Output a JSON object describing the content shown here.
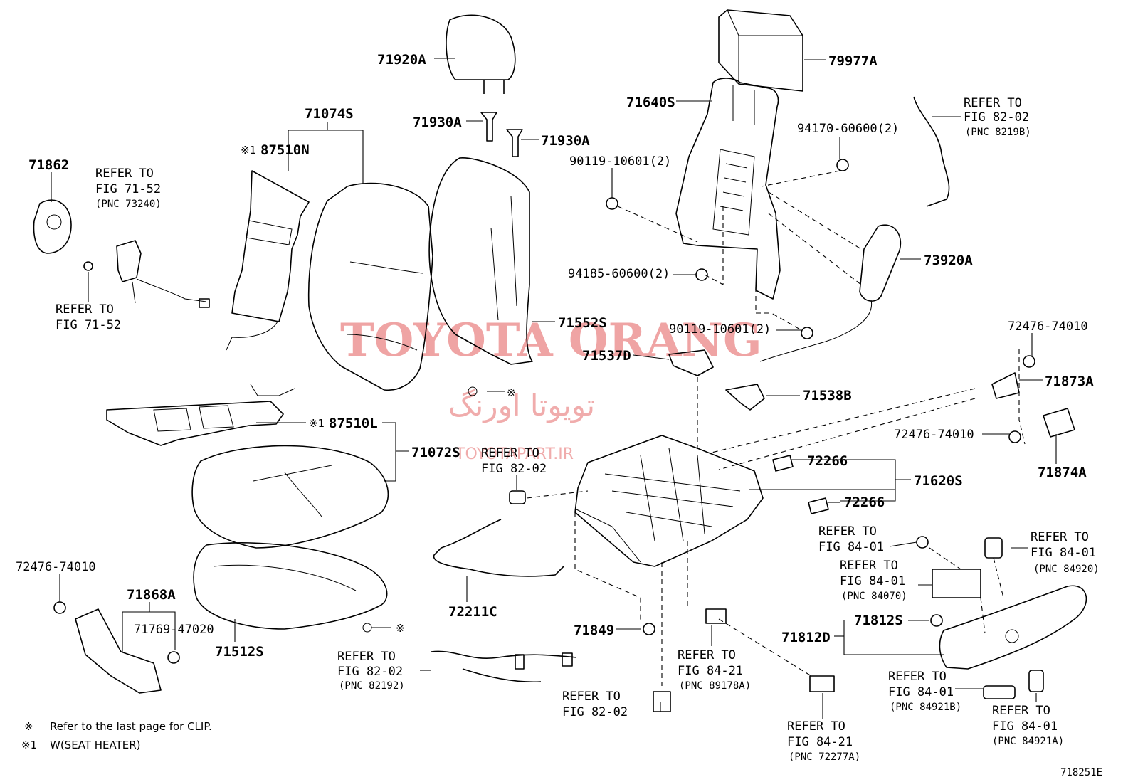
{
  "figure_code": "718251E",
  "watermark": {
    "main": "TOYOTA ORANG",
    "arabic": "تویوتا اورنگ",
    "site": "TOYOTAPART.IR"
  },
  "notes": {
    "symbol": "※",
    "clip_note": "Refer to the last page for CLIP.",
    "heater_symbol": "※1",
    "heater_note": "W(SEAT HEATER)"
  },
  "parts": {
    "p71920A": "71920A",
    "p79977A": "79977A",
    "p71640S": "71640S",
    "p71930A_1": "71930A",
    "p71930A_2": "71930A",
    "p71074S": "71074S",
    "p87510N": "87510N",
    "p87510N_mark": "※1",
    "p71862": "71862",
    "p94170": "94170-60600(2)",
    "p90119_a": "90119-10601(2)",
    "p94185": "94185-60600(2)",
    "p73920A": "73920A",
    "p71552S": "71552S",
    "p90119_b": "90119-10601(2)",
    "p71537D": "71537D",
    "p71538B": "71538B",
    "p72476_a": "72476-74010",
    "p71873A": "71873A",
    "p72476_b": "72476-74010",
    "p71874A": "71874A",
    "p87510L": "87510L",
    "p87510L_mark": "※1",
    "p71072S": "71072S",
    "p72266_a": "72266",
    "p72266_b": "72266",
    "p71620S": "71620S",
    "p72476_c": "72476-74010",
    "p71868A": "71868A",
    "p71769": "71769-47020",
    "p71512S": "71512S",
    "p72211C": "72211C",
    "p71849": "71849",
    "p71812S": "71812S",
    "p71812D": "71812D",
    "clip_mark_1": "※",
    "clip_mark_2": "※"
  },
  "refs": {
    "r_7152_top": {
      "l1": "REFER TO",
      "l2": "FIG 71-52",
      "pnc": "(PNC 73240)"
    },
    "r_7152_bot": {
      "l1": "REFER TO",
      "l2": "FIG 71-52"
    },
    "r_8202_top": {
      "l1": "REFER TO",
      "l2": "FIG 82-02",
      "pnc": "(PNC 8219B)"
    },
    "r_8202_mid": {
      "l1": "REFER TO",
      "l2": "FIG 82-02"
    },
    "r_8202_harness": {
      "l1": "REFER TO",
      "l2": "FIG 82-02",
      "pnc": "(PNC 82192)"
    },
    "r_8202_bot": {
      "l1": "REFER TO",
      "l2": "FIG 82-02"
    },
    "r_8401_a": {
      "l1": "REFER TO",
      "l2": "FIG 84-01"
    },
    "r_8401_b": {
      "l1": "REFER TO",
      "l2": "FIG 84-01",
      "pnc": "(PNC 84070)"
    },
    "r_8401_c": {
      "l1": "REFER TO",
      "l2": "FIG 84-01",
      "pnc": "(PNC 84920)"
    },
    "r_8401_d": {
      "l1": "REFER TO",
      "l2": "FIG 84-01",
      "pnc": "(PNC 84921B)"
    },
    "r_8401_e": {
      "l1": "REFER TO",
      "l2": "FIG 84-01",
      "pnc": "(PNC 84921A)"
    },
    "r_8421_a": {
      "l1": "REFER TO",
      "l2": "FIG 84-21",
      "pnc": "(PNC 89178A)"
    },
    "r_8421_b": {
      "l1": "REFER TO",
      "l2": "FIG 84-21",
      "pnc": "(PNC 72277A)"
    }
  }
}
